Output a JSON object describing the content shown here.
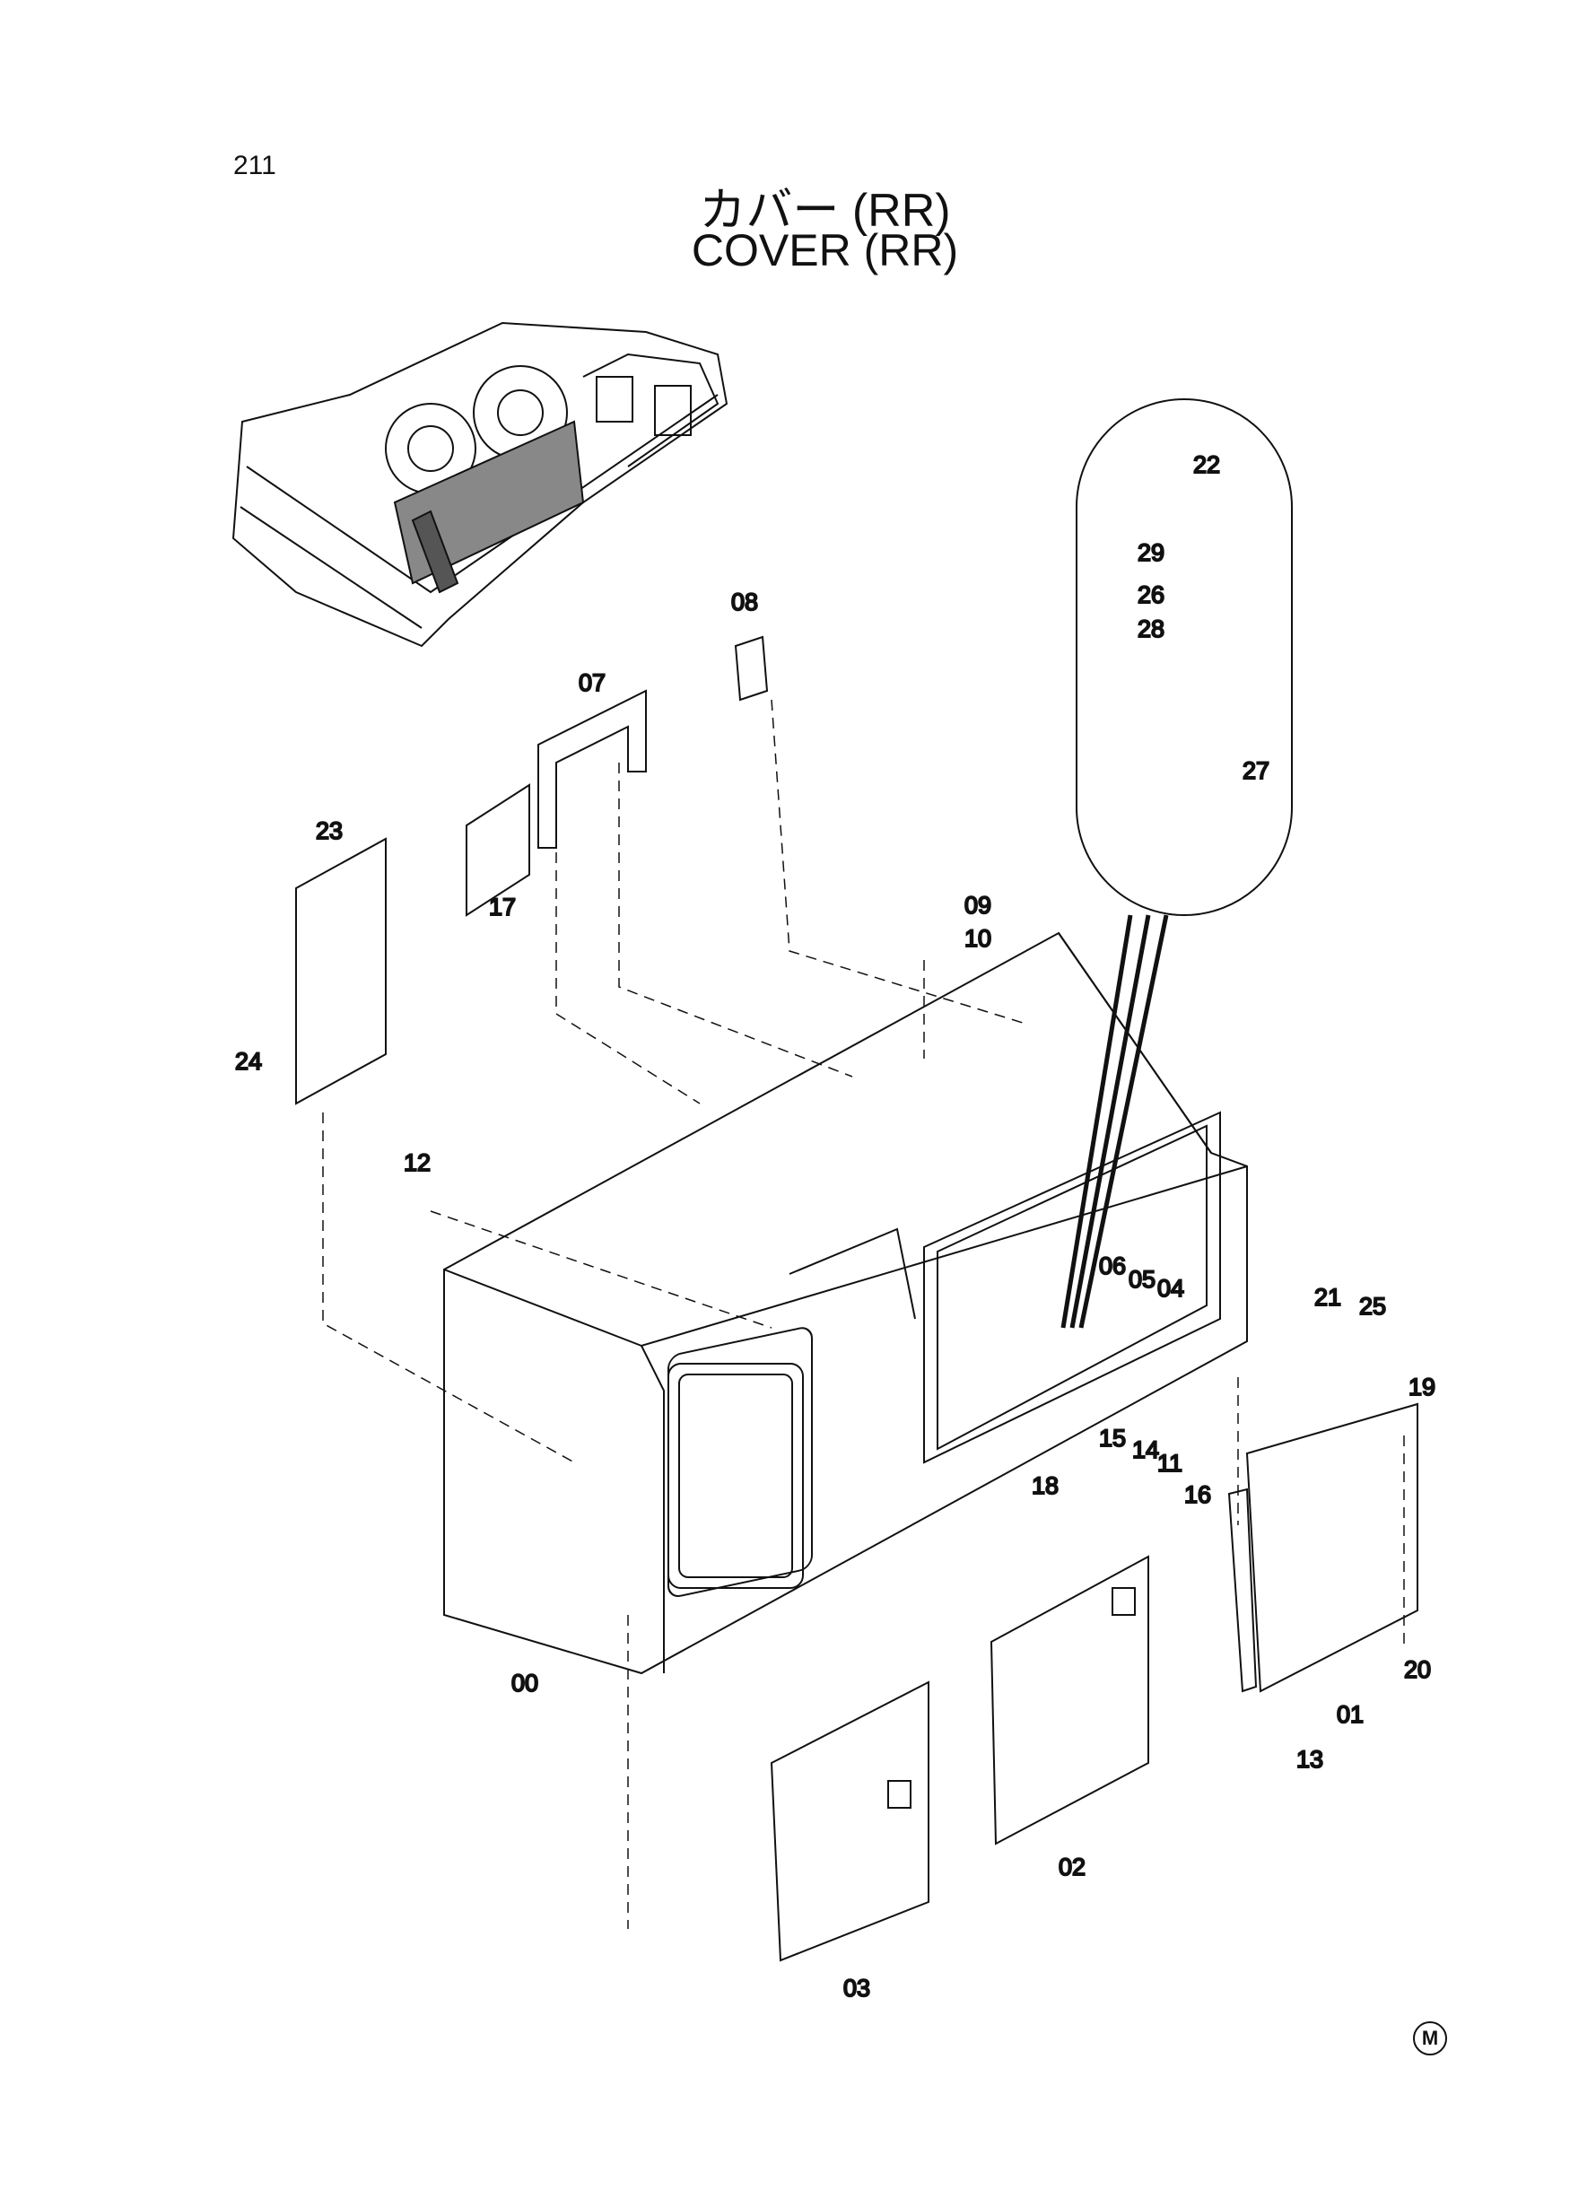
{
  "page_number": "211",
  "title_jp": "カバー (RR)",
  "title_en": "COVER (RR)",
  "corner_mark": "M",
  "callouts": [
    "00",
    "01",
    "02",
    "03",
    "04",
    "05",
    "06",
    "07",
    "08",
    "09",
    "10",
    "11",
    "12",
    "13",
    "14",
    "15",
    "16",
    "17",
    "18",
    "19",
    "20",
    "21",
    "22",
    "23",
    "24",
    "25",
    "26",
    "27",
    "28",
    "29"
  ]
}
